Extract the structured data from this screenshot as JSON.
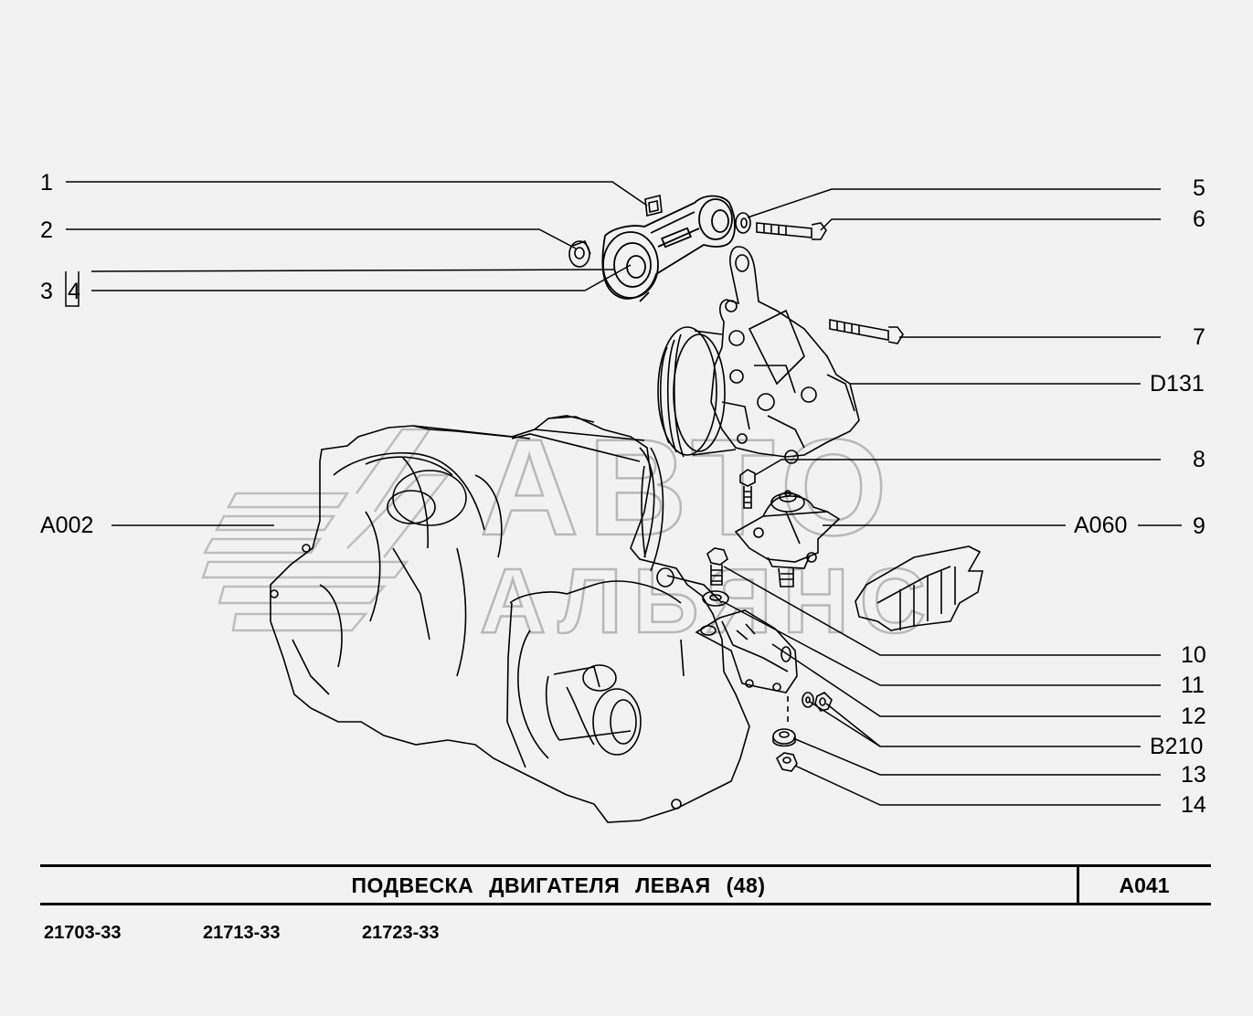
{
  "callouts": {
    "c1": "1",
    "c2": "2",
    "c3": "3",
    "c4": "4",
    "c5": "5",
    "c6": "6",
    "c7": "7",
    "d131": "D131",
    "c8": "8",
    "a002": "A002",
    "a060": "A060",
    "c9": "9",
    "c10": "10",
    "c11": "11",
    "c12": "12",
    "b210": "B210",
    "c13": "13",
    "c14": "14"
  },
  "footer": {
    "title": "ПОДВЕСКА   ДВИГАТЕЛЯ   ЛЕВАЯ (48)",
    "code": "A041",
    "models": [
      "21703-33",
      "21713-33",
      "21723-33"
    ]
  },
  "watermark": {
    "line1": "АВТО",
    "line2": "АЛЬЯНС"
  },
  "colors": {
    "background": "#f2f2f2",
    "ink": "#000000",
    "watermark": "#bbbbbb"
  }
}
